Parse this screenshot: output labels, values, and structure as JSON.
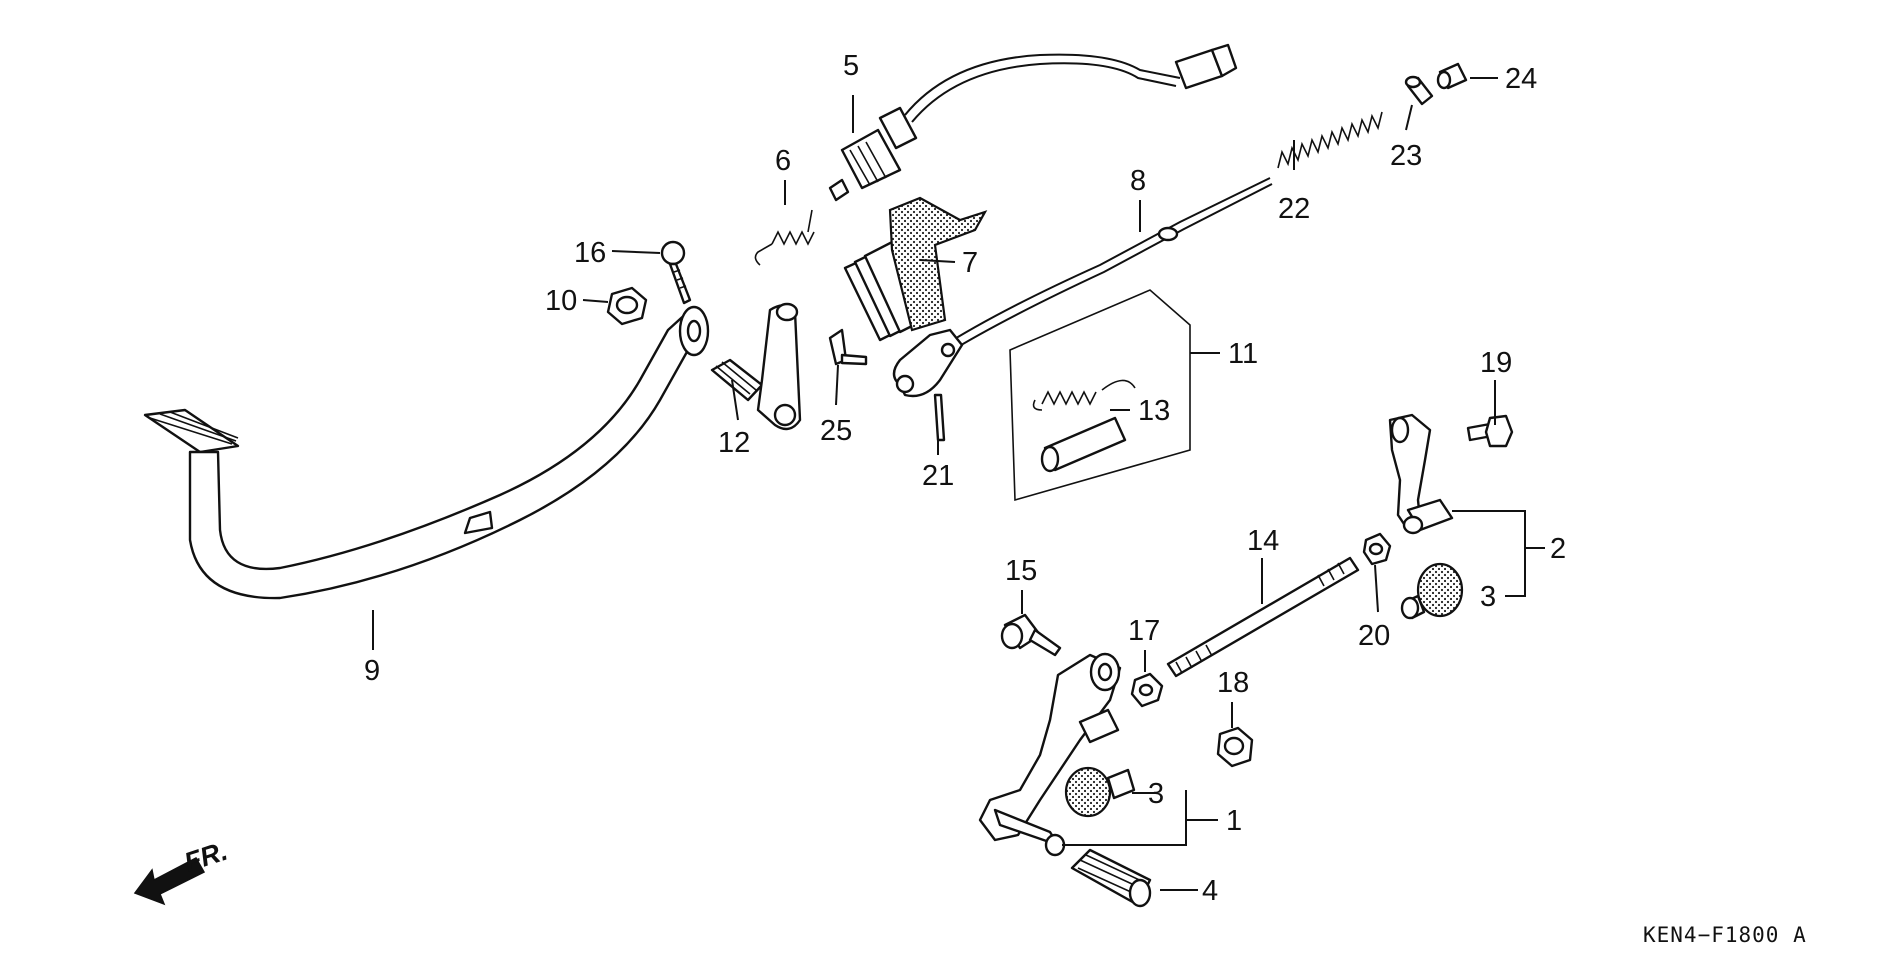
{
  "diagram": {
    "drawing_code": "KEN4−F1800 A",
    "direction_label": "FR.",
    "callouts": [
      {
        "id": "c1",
        "label": "1"
      },
      {
        "id": "c2",
        "label": "2"
      },
      {
        "id": "c3a",
        "label": "3"
      },
      {
        "id": "c3b",
        "label": "3"
      },
      {
        "id": "c4",
        "label": "4"
      },
      {
        "id": "c5",
        "label": "5"
      },
      {
        "id": "c6",
        "label": "6"
      },
      {
        "id": "c7",
        "label": "7"
      },
      {
        "id": "c8",
        "label": "8"
      },
      {
        "id": "c9",
        "label": "9"
      },
      {
        "id": "c10",
        "label": "10"
      },
      {
        "id": "c11",
        "label": "11"
      },
      {
        "id": "c12",
        "label": "12"
      },
      {
        "id": "c13",
        "label": "13"
      },
      {
        "id": "c14",
        "label": "14"
      },
      {
        "id": "c15",
        "label": "15"
      },
      {
        "id": "c16",
        "label": "16"
      },
      {
        "id": "c17",
        "label": "17"
      },
      {
        "id": "c18",
        "label": "18"
      },
      {
        "id": "c19",
        "label": "19"
      },
      {
        "id": "c20",
        "label": "20"
      },
      {
        "id": "c21",
        "label": "21"
      },
      {
        "id": "c22",
        "label": "22"
      },
      {
        "id": "c23",
        "label": "23"
      },
      {
        "id": "c24",
        "label": "24"
      },
      {
        "id": "c25",
        "label": "25"
      }
    ]
  }
}
